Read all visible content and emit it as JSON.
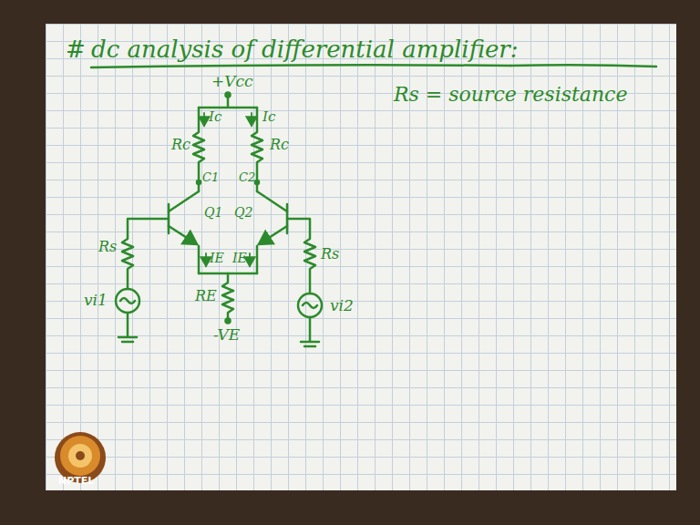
{
  "diagram": {
    "title": "dc analysis of differential amplifier:",
    "labels": [
      "#",
      "Rs = source resistance",
      "+Vcc",
      "Ic",
      "Ic",
      "Rc",
      "Rc",
      "C1",
      "C2",
      "Q1",
      "Q2",
      "IE",
      "IE",
      "Rs",
      "Rs",
      "vi1",
      "vi2",
      "RE",
      "-VE",
      "NPTEL"
    ]
  }
}
